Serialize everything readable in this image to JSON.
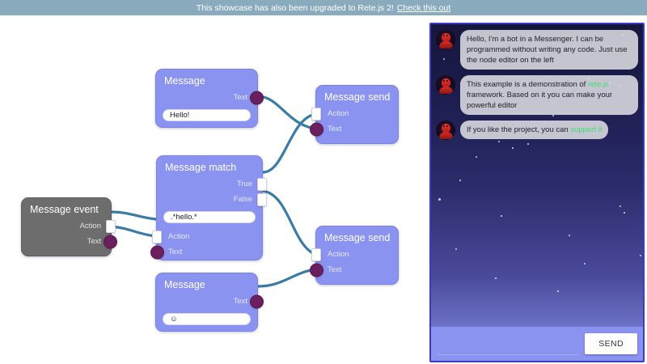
{
  "banner": {
    "text": "This showcase has also been upgraded to Rete.js 2!",
    "link_label": "Check this out"
  },
  "editor": {
    "nodes": [
      {
        "id": "message-top",
        "title": "Message",
        "variant": "blue",
        "outputs": [
          {
            "label": "Text",
            "socket": "dot"
          }
        ],
        "inputs": [],
        "control_value": "Hello!"
      },
      {
        "id": "message-match",
        "title": "Message match",
        "variant": "blue",
        "outputs": [
          {
            "label": "True",
            "socket": "square"
          },
          {
            "label": "False",
            "socket": "square"
          }
        ],
        "control_value": ".*hello.*",
        "inputs": [
          {
            "label": "Action",
            "socket": "square"
          },
          {
            "label": "Text",
            "socket": "dot"
          }
        ]
      },
      {
        "id": "message-event",
        "title": "Message event",
        "variant": "gray",
        "outputs": [
          {
            "label": "Action",
            "socket": "square"
          },
          {
            "label": "Text",
            "socket": "dot"
          }
        ],
        "inputs": [],
        "control_value": null
      },
      {
        "id": "message-bottom",
        "title": "Message",
        "variant": "blue",
        "outputs": [
          {
            "label": "Text",
            "socket": "dot"
          }
        ],
        "inputs": [],
        "control_value": "☺"
      },
      {
        "id": "message-send-top",
        "title": "Message send",
        "variant": "blue",
        "outputs": [],
        "inputs": [
          {
            "label": "Action",
            "socket": "square"
          },
          {
            "label": "Text",
            "socket": "dot"
          }
        ],
        "control_value": null
      },
      {
        "id": "message-send-bottom",
        "title": "Message send",
        "variant": "blue",
        "outputs": [],
        "inputs": [
          {
            "label": "Action",
            "socket": "square"
          },
          {
            "label": "Text",
            "socket": "dot"
          }
        ],
        "control_value": null
      }
    ],
    "colors": {
      "node_blue": "#8b93f0",
      "node_gray": "#6d6d6d",
      "wire": "#3a7ca5",
      "socket_dot": "#6b1f5e",
      "socket_square": "#ffffff"
    }
  },
  "chat": {
    "messages": [
      {
        "avatar": "robot-avatar",
        "parts": [
          {
            "text": "Hello, I'm a bot in a Messenger. I can be programmed without writing any code. Just use the node editor on the left",
            "link": false
          }
        ]
      },
      {
        "avatar": "robot-avatar",
        "parts": [
          {
            "text": "This example is a demonstration of ",
            "link": false
          },
          {
            "text": "rete.js",
            "link": true
          },
          {
            "text": " framework. Based on it you can make your powerful editor",
            "link": false
          }
        ]
      },
      {
        "avatar": "robot-avatar",
        "parts": [
          {
            "text": "If you like the project, you can ",
            "link": false
          },
          {
            "text": "support it",
            "link": true
          }
        ]
      }
    ],
    "composer": {
      "input_value": "",
      "input_placeholder": "",
      "send_label": "SEND"
    },
    "colors": {
      "link_green": "#3ee06a",
      "panel_border": "#3a3acb",
      "composer_bg": "#8b93f0"
    }
  }
}
